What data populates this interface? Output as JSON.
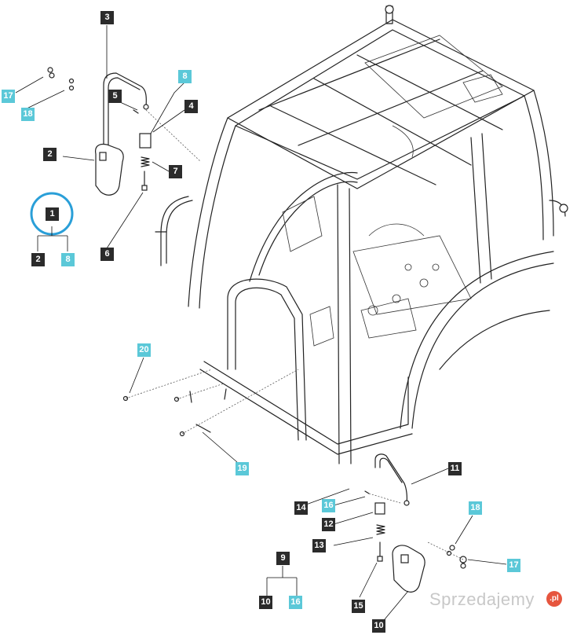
{
  "callouts": {
    "c3": "3",
    "c17a": "17",
    "c8a": "8",
    "c5": "5",
    "c4": "4",
    "c18a": "18",
    "c2a": "2",
    "c7": "7",
    "c1": "1",
    "c6": "6",
    "c2b": "2",
    "c8b": "8",
    "c20": "20",
    "c19": "19",
    "c11": "11",
    "c14": "14",
    "c16a": "16",
    "c18b": "18",
    "c12": "12",
    "c9": "9",
    "c13": "13",
    "c17b": "17",
    "c10a": "10",
    "c16b": "16",
    "c15": "15",
    "c10b": "10"
  },
  "watermark": {
    "text": "Sprzedajemy",
    "suffix": ".pl"
  },
  "colors": {
    "dark_label": "#2b2b2b",
    "cyan_label": "#5bc8d8",
    "highlight_ring": "#2a9fd8"
  }
}
